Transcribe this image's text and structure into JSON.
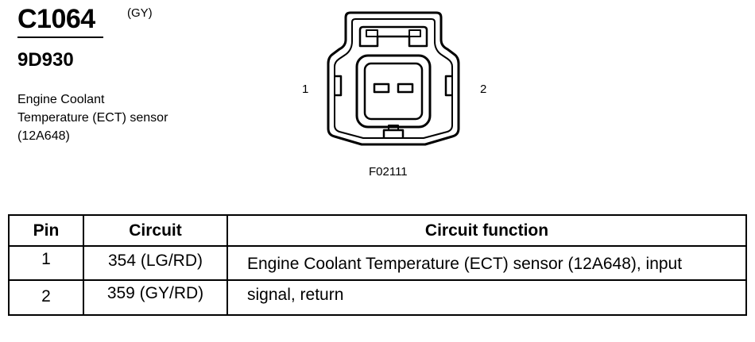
{
  "header": {
    "connector_id": "C1064",
    "color_code": "(GY)",
    "part_number": "9D930",
    "description": "Engine Coolant Temperature (ECT) sensor (12A648)"
  },
  "diagram": {
    "pin_left": "1",
    "pin_right": "2",
    "figure_code": "F02111"
  },
  "table": {
    "headers": [
      "Pin",
      "Circuit",
      "Circuit function"
    ],
    "rows": [
      {
        "pin": "1",
        "circuit": "354 (LG/RD)",
        "function": "Engine Coolant Temperature (ECT) sensor (12A648), input"
      },
      {
        "pin": "2",
        "circuit": "359 (GY/RD)",
        "function": "signal, return"
      }
    ]
  }
}
